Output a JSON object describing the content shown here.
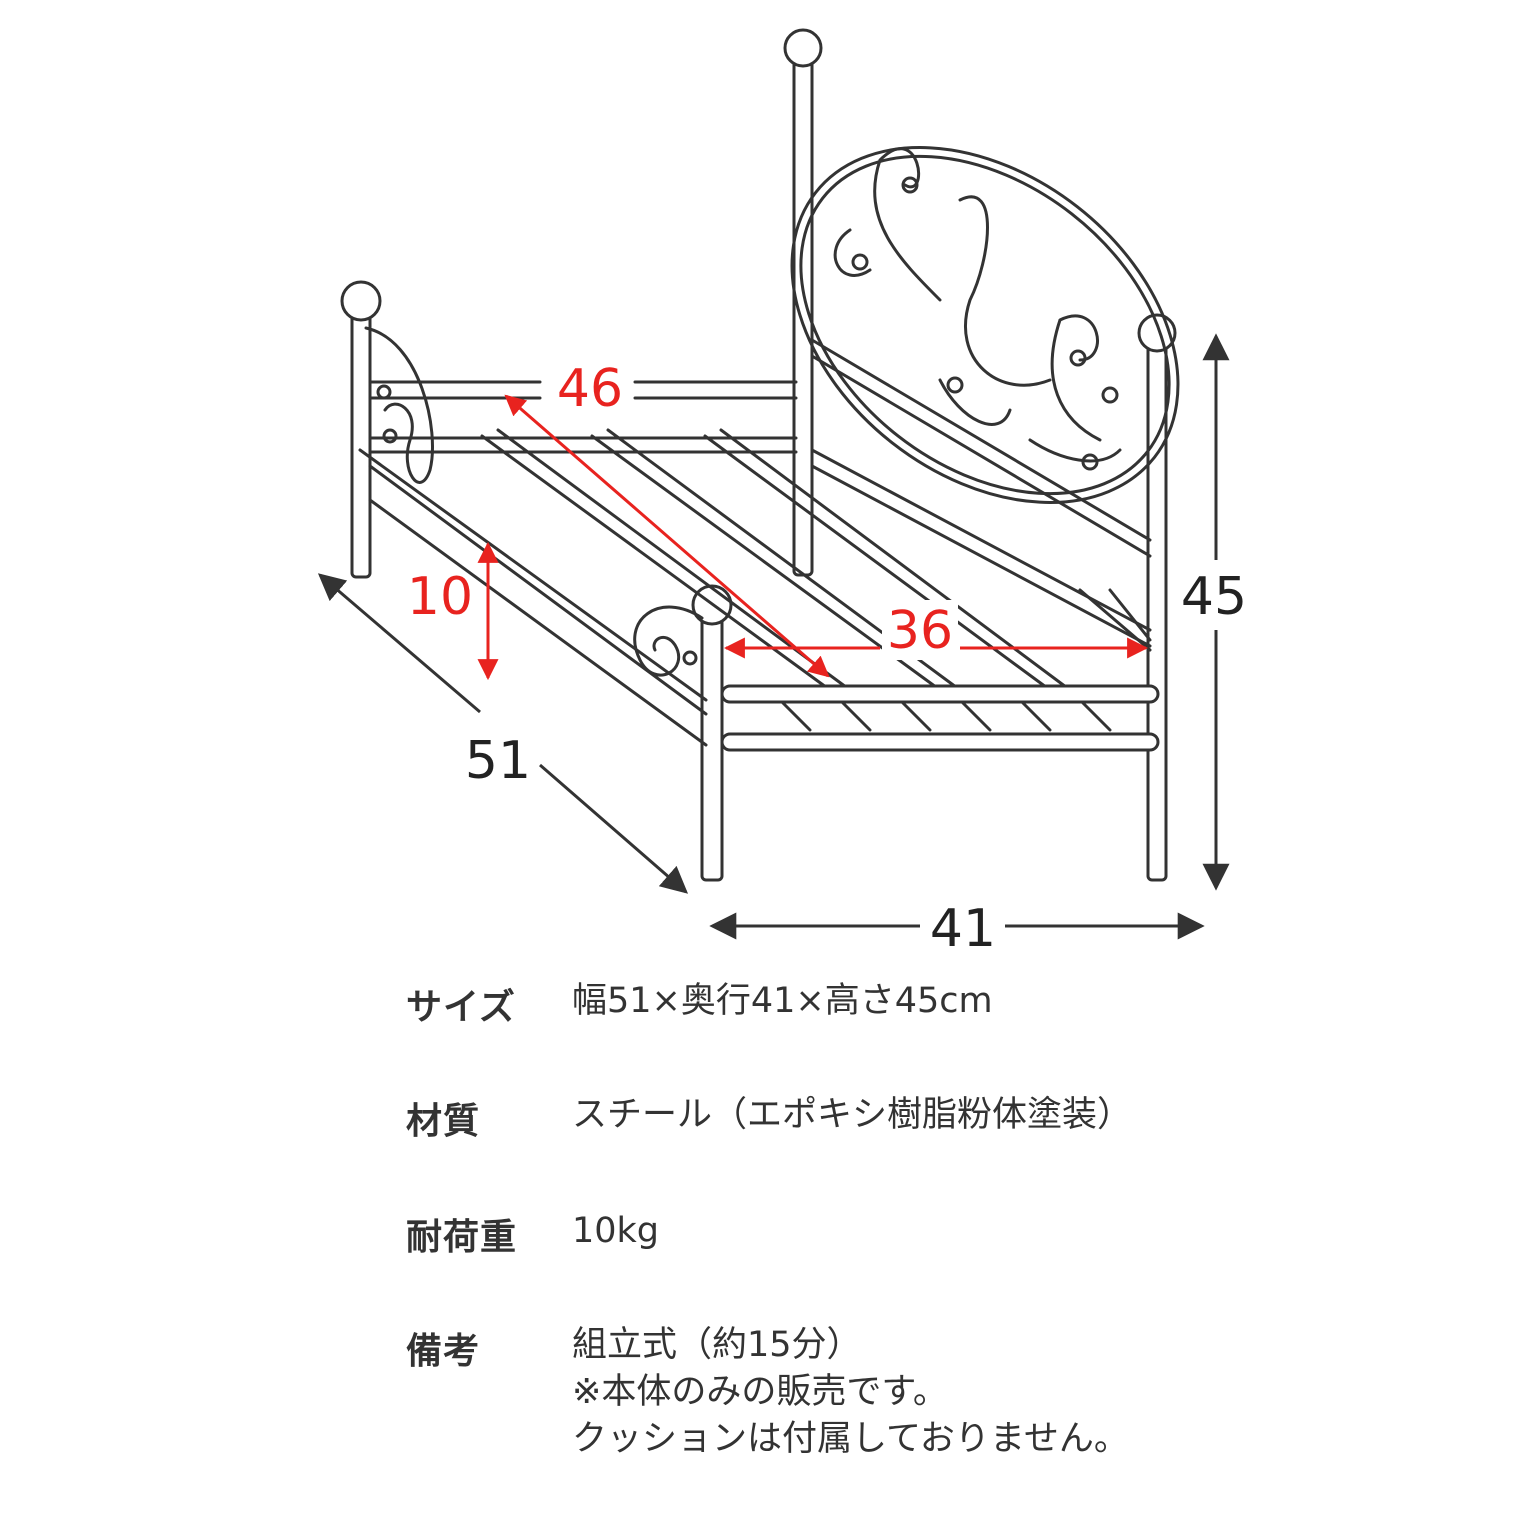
{
  "dimensions": {
    "width": "51",
    "depth": "41",
    "height": "45",
    "inner_length": "46",
    "inner_width": "36",
    "leg_height": "10"
  },
  "colors": {
    "line": "#333333",
    "accent": "#e8231f",
    "text": "#333333"
  },
  "specs": [
    {
      "label": "サイズ",
      "lines": [
        "幅51×奥行41×高さ45cm"
      ]
    },
    {
      "label": "材質",
      "lines": [
        "スチール（エポキシ樹脂粉体塗装）"
      ]
    },
    {
      "label": "耐荷重",
      "lines": [
        "10kg"
      ]
    },
    {
      "label": "備考",
      "lines": [
        "組立式（約15分）",
        "※本体のみの販売です。",
        "クッションは付属しておりません。"
      ]
    }
  ]
}
